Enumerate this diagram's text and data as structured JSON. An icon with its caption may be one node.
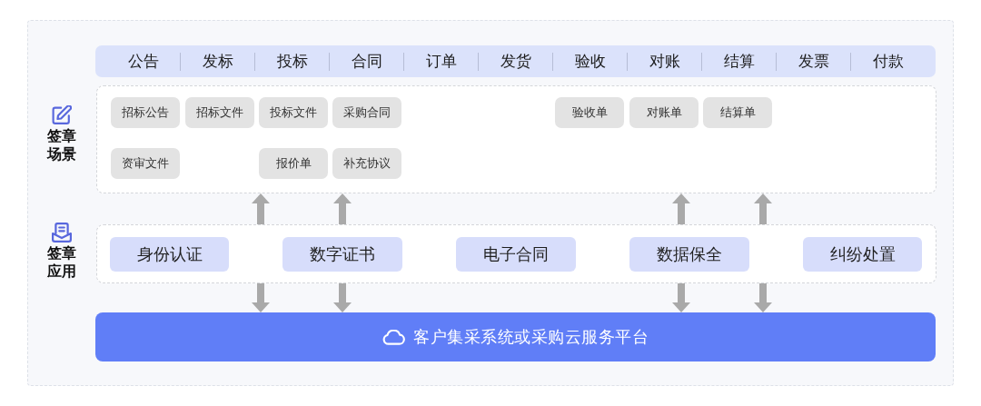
{
  "diagram": {
    "nodes": [
      {
        "text": [
          "公告",
          "发标",
          "投标",
          "合同",
          "订单",
          "发货",
          "验收",
          "对账",
          "结算",
          "发票",
          "付款"
        ]
      },
      {
        "text": [
          "签章场景"
        ]
      },
      {
        "text": [
          "招标公告"
        ],
        "in": 1
      },
      {
        "text": [
          "招标文件"
        ],
        "in": 1
      },
      {
        "text": [
          "投标文件"
        ],
        "in": 1
      },
      {
        "text": [
          "采购合同"
        ],
        "in": 1
      },
      {
        "text": [
          "验收单"
        ],
        "in": 1
      },
      {
        "text": [
          "对账单"
        ],
        "in": 1
      },
      {
        "text": [
          "结算单"
        ],
        "in": 1
      },
      {
        "text": [
          "资审文件"
        ],
        "in": 1
      },
      {
        "text": [
          "报价单"
        ],
        "in": 1
      },
      {
        "text": [
          "补充协议"
        ],
        "in": 1
      },
      {
        "text": [
          "签章应用"
        ]
      },
      {
        "text": [
          "身份认证"
        ],
        "in": 12
      },
      {
        "text": [
          "数字证书"
        ],
        "in": 12
      },
      {
        "text": [
          "电子合同"
        ],
        "in": 12
      },
      {
        "text": [
          "数据保全"
        ],
        "in": 12
      },
      {
        "text": [
          "纠纷处置"
        ],
        "in": 12
      },
      {
        "text": [
          "客户集采系统或采购云服务平台"
        ]
      }
    ],
    "edges": [
      {
        "from": 12,
        "to": 1,
        "arrow": "to"
      },
      {
        "from": 12,
        "to": 1,
        "arrow": "to"
      },
      {
        "from": 12,
        "to": 1,
        "arrow": "to"
      },
      {
        "from": 12,
        "to": 1,
        "arrow": "to"
      },
      {
        "from": 12,
        "to": 18,
        "arrow": "to"
      },
      {
        "from": 12,
        "to": 18,
        "arrow": "to"
      },
      {
        "from": 12,
        "to": 18,
        "arrow": "to"
      },
      {
        "from": 12,
        "to": 18,
        "arrow": "to"
      }
    ]
  }
}
